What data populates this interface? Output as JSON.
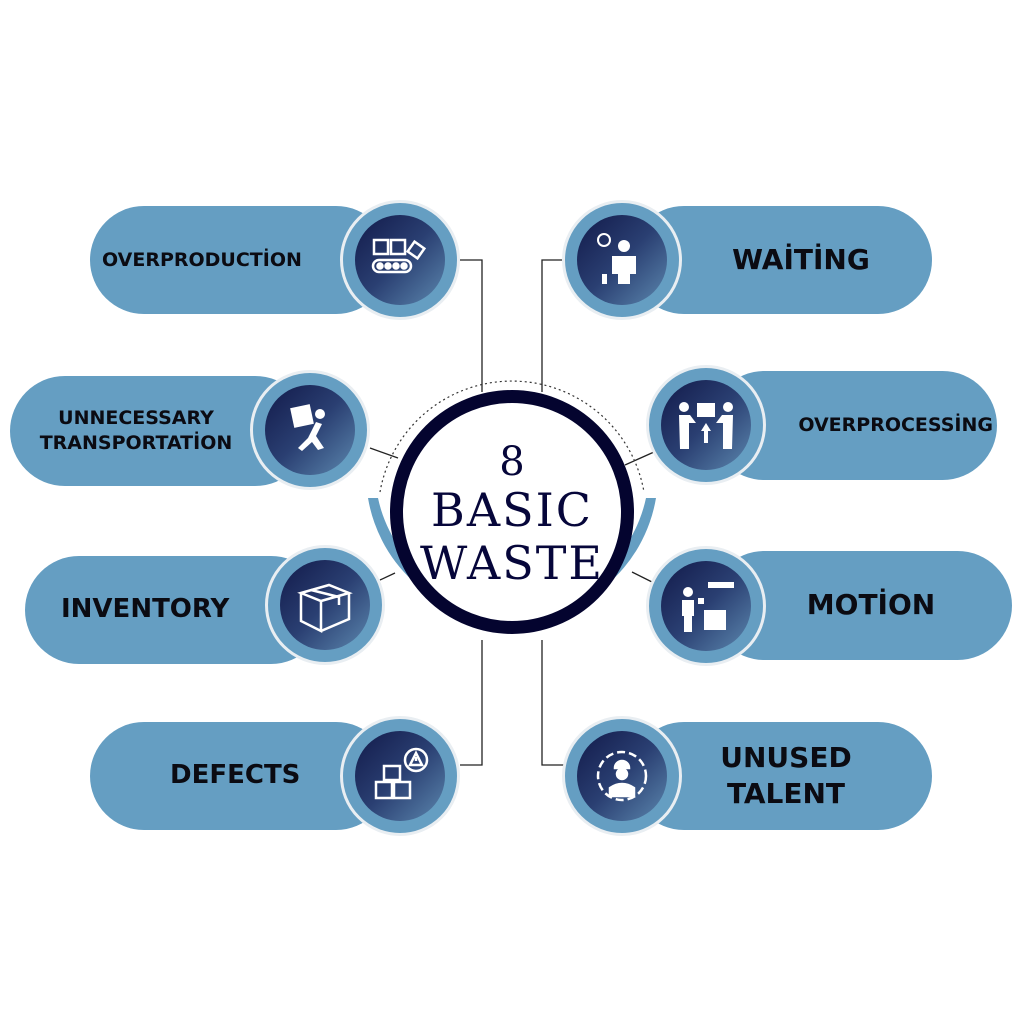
{
  "center": {
    "number": "8",
    "line1": "BASIC",
    "line2": "WASTE"
  },
  "items": [
    {
      "label": "OVERPRODUCTİON",
      "icon": "conveyor-boxes-icon"
    },
    {
      "label": "UNNECESSARY TRANSPORTATİON",
      "icon": "person-carrying-box-icon"
    },
    {
      "label": "INVENTORY",
      "icon": "box-icon"
    },
    {
      "label": "DEFECTS",
      "icon": "boxes-warning-icon"
    },
    {
      "label": "WAİTİNG",
      "icon": "person-waiting-clock-icon"
    },
    {
      "label": "OVERPROCESSİNG",
      "icon": "people-handing-box-icon"
    },
    {
      "label": "MOTİON",
      "icon": "worker-moving-box-icon"
    },
    {
      "label": "UNUSED TALENT",
      "icon": "worker-gear-icon"
    }
  ],
  "colors": {
    "pill": "#659ec2",
    "dark": "#04042f",
    "text": "#0b0b12"
  }
}
